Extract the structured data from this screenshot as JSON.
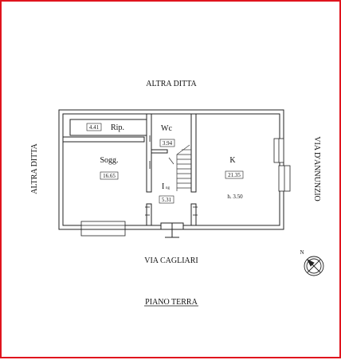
{
  "labels": {
    "top": "ALTRA DITTA",
    "left": "ALTRA DITTA",
    "right": "VIA D'ANNUNZIO",
    "street": "VIA CAGLIARI",
    "floor": "PIANO TERRA",
    "compass": "N"
  },
  "rooms": {
    "rip": {
      "name": "Rip.",
      "area": "4.41"
    },
    "sogg": {
      "name": "Sogg.",
      "area": "16.65"
    },
    "wc": {
      "name": "Wc",
      "area": "3.94"
    },
    "ing": {
      "name": "I",
      "sub": "ng",
      "area": "5.31"
    },
    "k": {
      "name": "K",
      "area": "21.35",
      "height": "h. 3.50"
    }
  }
}
